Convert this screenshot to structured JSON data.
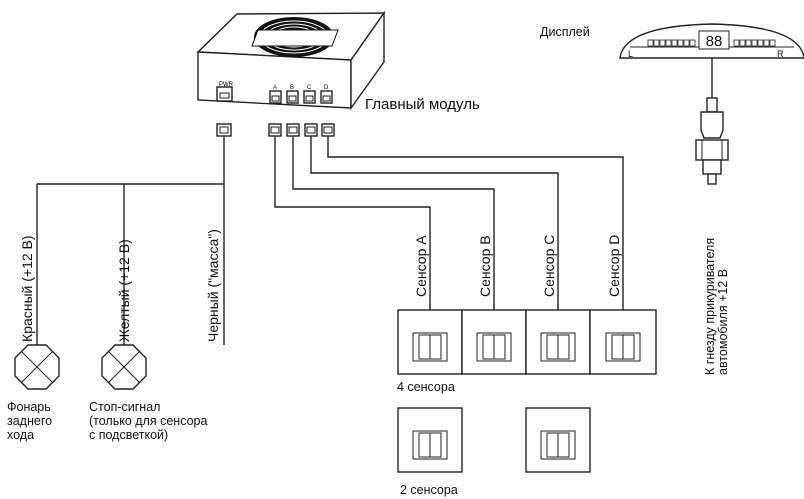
{
  "labels": {
    "main_module": "Главный модуль",
    "display": "Дисплей",
    "display_left": "L",
    "display_right": "R",
    "display_digits": "88",
    "pwr": "PWR",
    "port_a": "A",
    "port_b": "B",
    "port_c": "C",
    "port_d": "D",
    "sensor_a": "Сенсор А",
    "sensor_b": "Сенсор В",
    "sensor_c": "Сенсор С",
    "sensor_d": "Сенсор D",
    "red_wire": "Красный (+12 В)",
    "yellow_wire": "Желтый (+12 В)",
    "black_wire": "Черный (\"масса\")",
    "reverse_lamp_1": "Фонарь",
    "reverse_lamp_2": "заднего",
    "reverse_lamp_3": "хода",
    "brake_1": "Стоп-сигнал",
    "brake_2": "(только для сенсора",
    "brake_3": "с подсветкой)",
    "four_sensors": "4 сенсора",
    "two_sensors": "2 сенсора",
    "lighter_1": "К гнезду прикуривателя",
    "lighter_2": "автомобиля +12 В"
  }
}
